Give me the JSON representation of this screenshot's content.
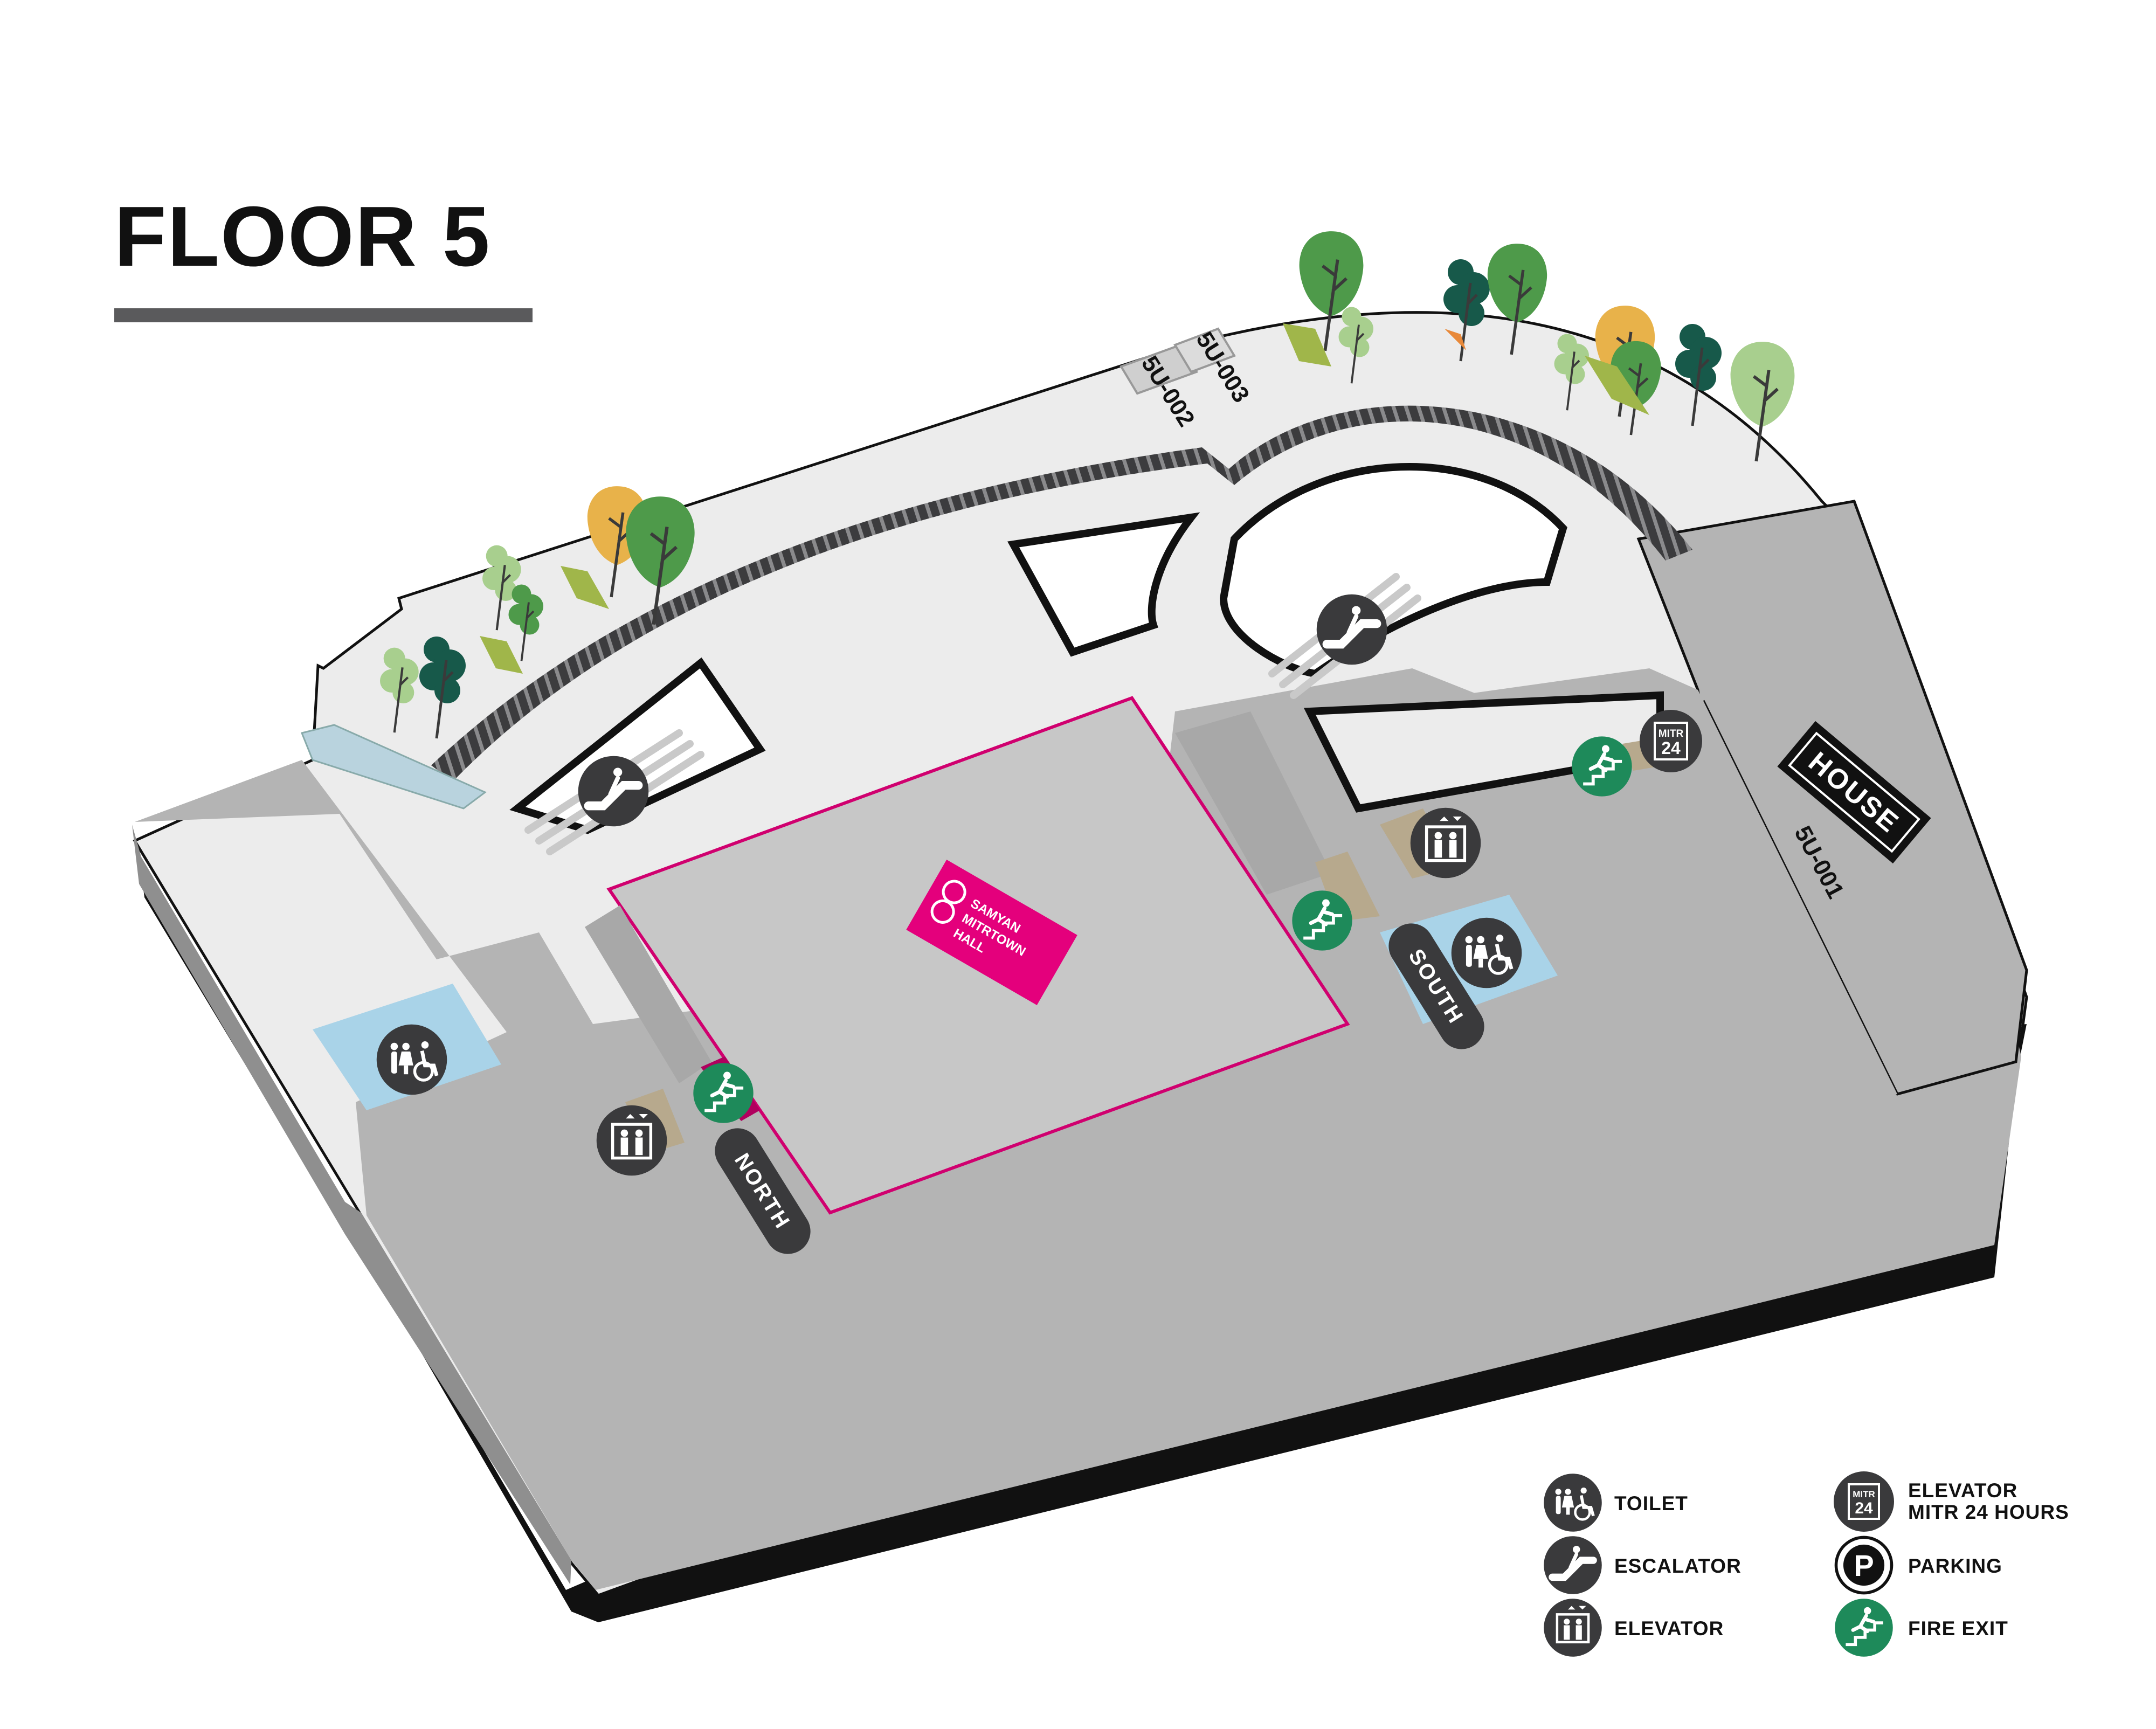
{
  "title": "FLOOR 5",
  "colors": {
    "walkway": "#ececec",
    "unit": "#b4b4b4",
    "unit_dark": "#8f8f8f",
    "slab_edge": "#111111",
    "hall_border": "#d0006f",
    "hall_brand": "#e4007c",
    "fire_exit": "#1e8a5a",
    "icon_dark": "#3a3a3c",
    "toilet_area": "#a9d3e8",
    "tree_dark": "#17594a",
    "tree_mid": "#4e9a4a",
    "tree_light": "#a8cf8e",
    "tree_orange": "#e8b24a"
  },
  "units": {
    "house_shop": "5U-001",
    "kiosk_a": "5U-002",
    "kiosk_b": "5U-003"
  },
  "house_sign": "HOUSE",
  "hall": {
    "line1": "SAMYAN",
    "line2": "MITRTOWN",
    "line3": "HALL"
  },
  "wings": {
    "north": "NORTH",
    "south": "SOUTH"
  },
  "elevator_24_badge": {
    "line1": "MITR",
    "line2": "24"
  },
  "legend": [
    {
      "icon": "toilet-icon",
      "label": "TOILET"
    },
    {
      "icon": "escalator-icon",
      "label": "ESCALATOR"
    },
    {
      "icon": "elevator-icon",
      "label": "ELEVATOR"
    },
    {
      "icon": "elevator-24-icon",
      "label": "ELEVATOR",
      "label2": "MITR 24 HOURS"
    },
    {
      "icon": "parking-icon",
      "label": "PARKING"
    },
    {
      "icon": "fire-exit-icon",
      "label": "FIRE EXIT"
    }
  ]
}
